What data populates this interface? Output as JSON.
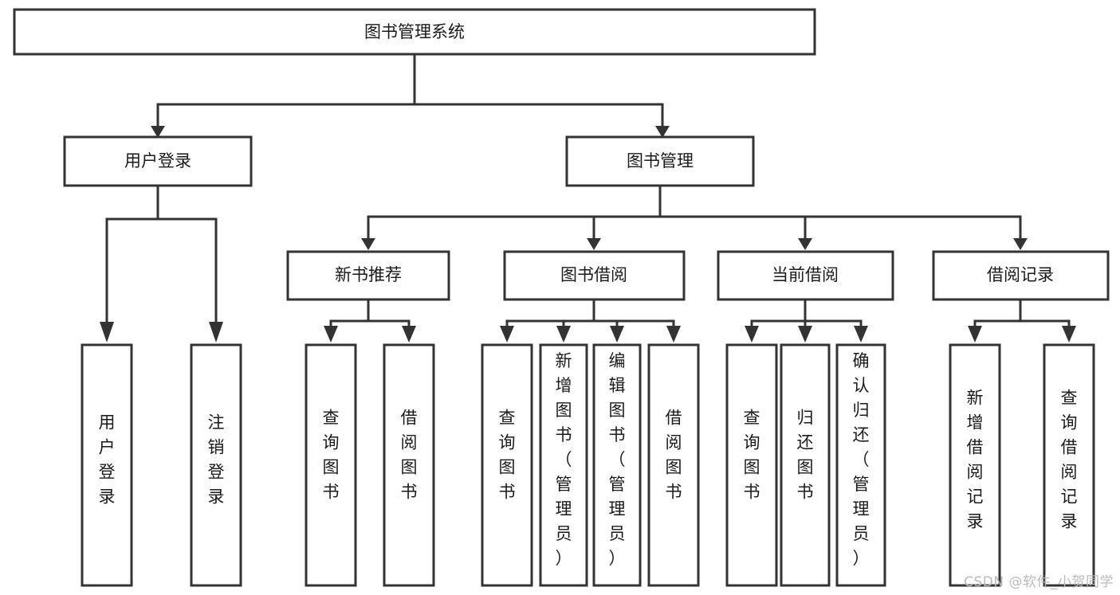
{
  "diagram": {
    "type": "tree",
    "title": "图书管理系统",
    "watermark": "CSDN @软件_小贺同学",
    "colors": {
      "box_stroke": "#333333",
      "box_fill": "#ffffff",
      "text": "#1a1a1a",
      "watermark": "#b9b9b9",
      "background": "#ffffff"
    },
    "levels": [
      {
        "level": 0,
        "nodes": [
          {
            "id": "root",
            "label": "图书管理系统",
            "orientation": "horizontal"
          }
        ]
      },
      {
        "level": 1,
        "nodes": [
          {
            "id": "login",
            "label": "用户登录",
            "orientation": "horizontal",
            "parent": "root"
          },
          {
            "id": "bookmgmt",
            "label": "图书管理",
            "orientation": "horizontal",
            "parent": "root"
          }
        ]
      },
      {
        "level": 2,
        "nodes": [
          {
            "id": "newbook",
            "label": "新书推荐",
            "orientation": "horizontal",
            "parent": "bookmgmt"
          },
          {
            "id": "borrow",
            "label": "图书借阅",
            "orientation": "horizontal",
            "parent": "bookmgmt"
          },
          {
            "id": "current",
            "label": "当前借阅",
            "orientation": "horizontal",
            "parent": "bookmgmt"
          },
          {
            "id": "records",
            "label": "借阅记录",
            "orientation": "horizontal",
            "parent": "bookmgmt"
          }
        ]
      },
      {
        "level": 3,
        "nodes": [
          {
            "id": "leaf1",
            "label": "用户登录",
            "orientation": "vertical",
            "parent": "login"
          },
          {
            "id": "leaf2",
            "label": "注销登录",
            "orientation": "vertical",
            "parent": "login"
          },
          {
            "id": "leaf3",
            "label": "查询图书",
            "orientation": "vertical",
            "parent": "newbook"
          },
          {
            "id": "leaf4",
            "label": "借阅图书",
            "orientation": "vertical",
            "parent": "newbook"
          },
          {
            "id": "leaf5",
            "label": "查询图书",
            "orientation": "vertical",
            "parent": "borrow"
          },
          {
            "id": "leaf6",
            "label": "新增图书（管理员）",
            "orientation": "vertical",
            "parent": "borrow"
          },
          {
            "id": "leaf7",
            "label": "编辑图书（管理员）",
            "orientation": "vertical",
            "parent": "borrow"
          },
          {
            "id": "leaf8",
            "label": "借阅图书",
            "orientation": "vertical",
            "parent": "borrow"
          },
          {
            "id": "leaf9",
            "label": "查询图书",
            "orientation": "vertical",
            "parent": "current"
          },
          {
            "id": "leaf10",
            "label": "归还图书",
            "orientation": "vertical",
            "parent": "current"
          },
          {
            "id": "leaf11",
            "label": "确认归还（管理员）",
            "orientation": "vertical",
            "parent": "current"
          },
          {
            "id": "leaf12",
            "label": "新增借阅记录",
            "orientation": "vertical",
            "parent": "records"
          },
          {
            "id": "leaf13",
            "label": "查询借阅记录",
            "orientation": "vertical",
            "parent": "records"
          }
        ]
      }
    ]
  }
}
